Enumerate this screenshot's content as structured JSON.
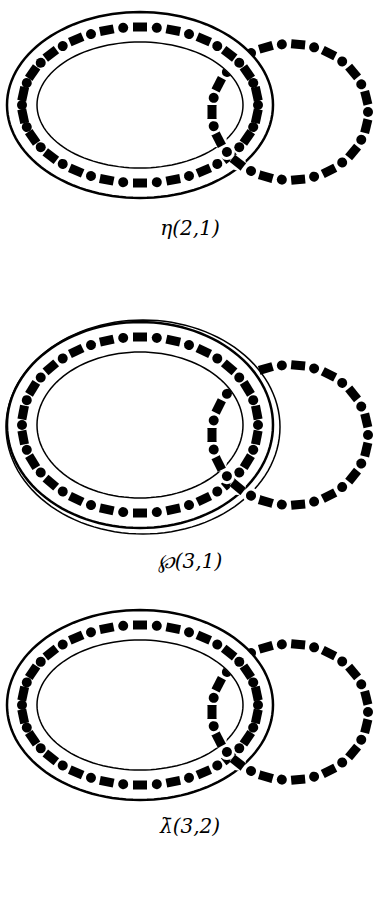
{
  "diagram": {
    "labels": [
      "η(2,1)",
      "℘(3,1)",
      "λ̄(3,2)"
    ]
  }
}
